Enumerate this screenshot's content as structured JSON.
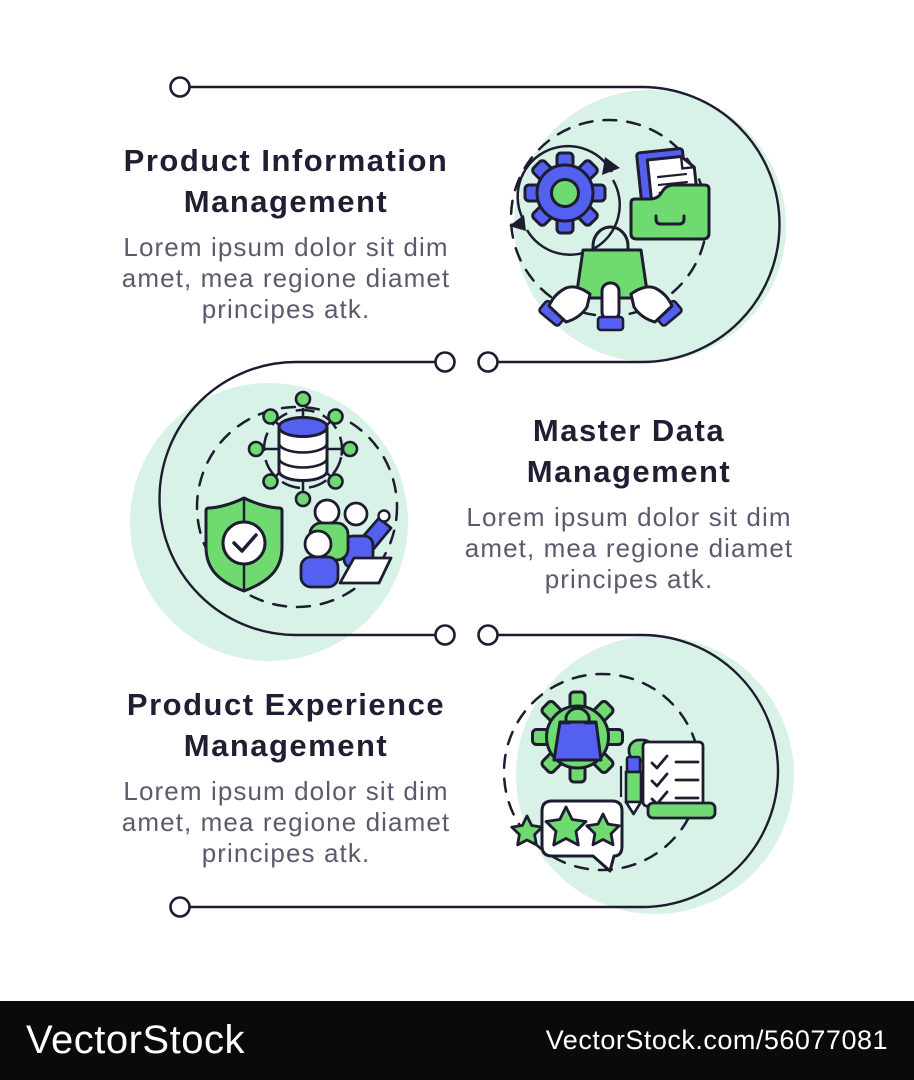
{
  "infographic": {
    "sections": [
      {
        "title_line1": "Product Information",
        "title_line2": "Management",
        "desc_line1": "Lorem ipsum dolor sit dim",
        "desc_line2": "amet, mea regione diamet",
        "desc_line3": "principes atk.",
        "icons": [
          "process-sync-gear-icon",
          "document-folder-icon",
          "shopping-bag-in-hands-icon"
        ]
      },
      {
        "title_line1": "Master Data",
        "title_line2": "Management",
        "desc_line1": "Lorem ipsum dolor sit dim",
        "desc_line2": "amet, mea regione diamet",
        "desc_line3": "principes atk.",
        "icons": [
          "database-network-icon",
          "shield-check-icon",
          "team-collaboration-icon"
        ]
      },
      {
        "title_line1": "Product Experience",
        "title_line2": "Management",
        "desc_line1": "Lorem ipsum dolor sit dim",
        "desc_line2": "amet, mea regione diamet",
        "desc_line3": "principes atk.",
        "icons": [
          "gear-shopping-bag-icon",
          "checklist-scroll-pen-icon",
          "star-rating-bubble-icon"
        ]
      }
    ]
  },
  "watermark": {
    "brand": "VectorStock",
    "attribution": "VectorStock.com/56077081"
  },
  "colors": {
    "accent_green": "#6fda70",
    "accent_blue": "#5461f0",
    "mint_background": "#d9f2e7",
    "outline_dark": "#1e1c30",
    "title_text": "#201e33",
    "body_text": "#5d5a6e",
    "watermark_background": "#0a0a0a",
    "watermark_text": "#ffffff"
  }
}
